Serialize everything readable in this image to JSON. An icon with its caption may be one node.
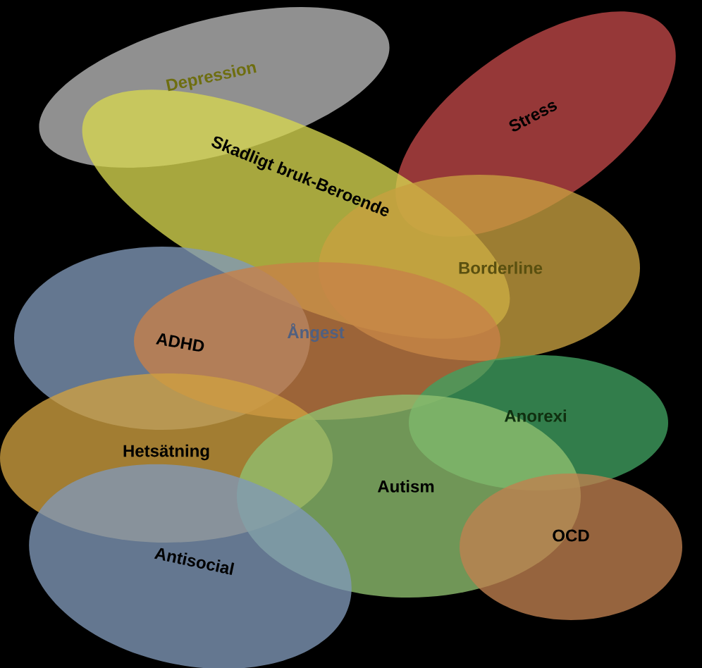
{
  "diagram": {
    "nodes": [
      {
        "text": [
          "Depression"
        ]
      },
      {
        "text": [
          "Stress"
        ]
      },
      {
        "text": [
          "Skadligt bruk-Beroende"
        ]
      },
      {
        "text": [
          "Borderline"
        ]
      },
      {
        "text": [
          "ADHD"
        ]
      },
      {
        "text": [
          "Ångest"
        ]
      },
      {
        "text": [
          "Anorexi"
        ]
      },
      {
        "text": [
          "Hetsätning"
        ]
      },
      {
        "text": [
          "Autism"
        ]
      },
      {
        "text": [
          "OCD"
        ]
      },
      {
        "text": [
          "Antisocial"
        ]
      }
    ]
  }
}
